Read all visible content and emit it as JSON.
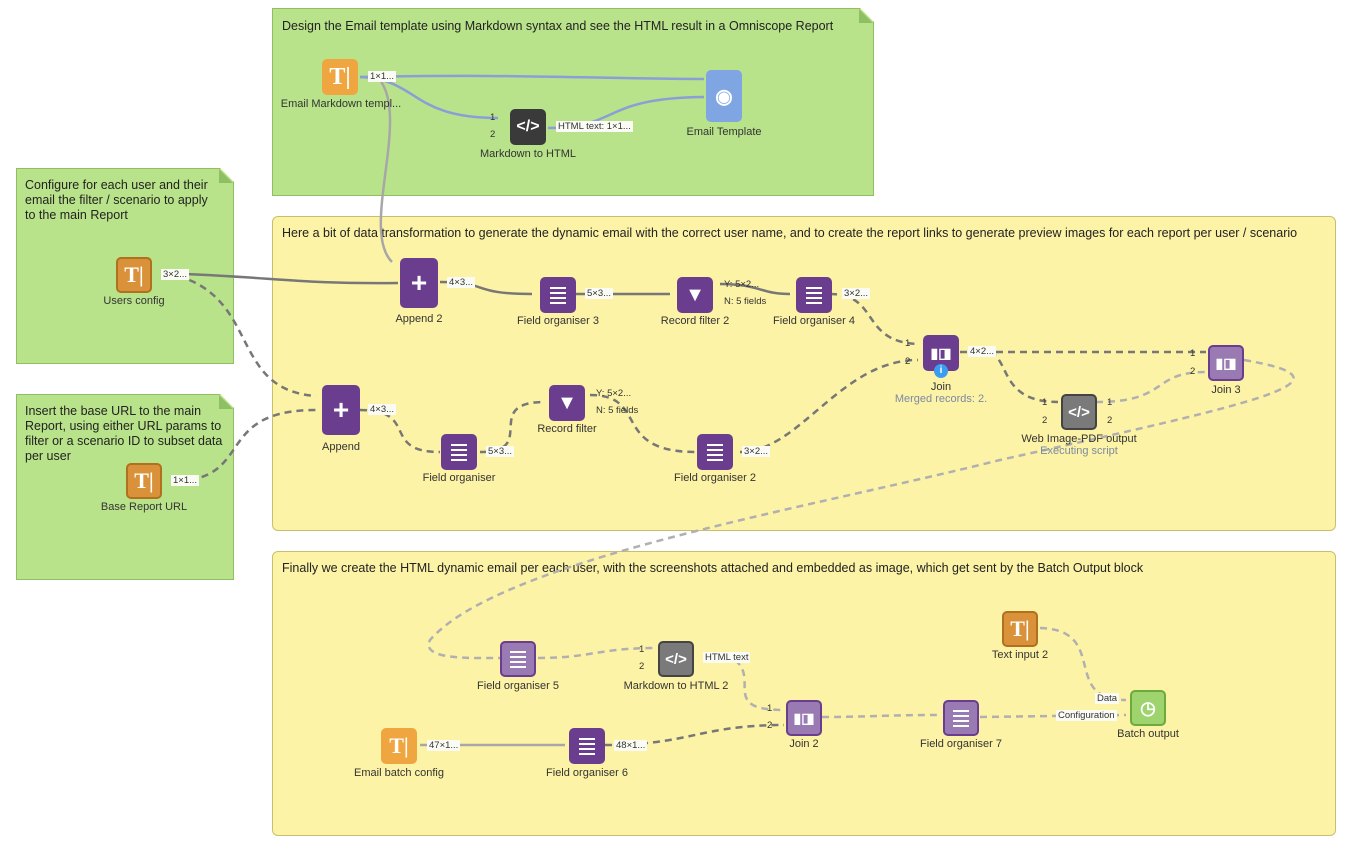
{
  "notes": {
    "email_template": "Design the Email template using Markdown syntax and see the HTML result in a Omniscope Report",
    "users_config": "Configure for each user and their email the filter / scenario to apply to the main Report",
    "base_url": "Insert the base URL to the main Report, using either URL params to filter or a scenario ID to subset data per user",
    "transform": "Here a bit of data transformation to generate the dynamic email with the correct user name, and to create the report links to generate preview images for each report per user / scenario",
    "final": "Finally we create the HTML dynamic email per each user, with the screenshots attached and embedded as image, which get sent by the Batch Output block"
  },
  "nodes": {
    "email_md": {
      "label": "Email Markdown templ...",
      "out": "1×1..."
    },
    "md_to_html": {
      "label": "Markdown to HTML",
      "out": "HTML text: 1×1...",
      "in1": "1",
      "in2": "2"
    },
    "email_template": {
      "label": "Email Template"
    },
    "users_config": {
      "label": "Users config",
      "out": "3×2..."
    },
    "base_url": {
      "label": "Base Report URL",
      "out": "1×1..."
    },
    "append2": {
      "label": "Append 2",
      "out": "4×3..."
    },
    "fo3": {
      "label": "Field organiser 3",
      "out": "5×3..."
    },
    "rf2": {
      "label": "Record filter 2",
      "out_y": "Y: 5×2...",
      "out_n": "N: 5 fields"
    },
    "fo4": {
      "label": "Field organiser 4",
      "out": "3×2..."
    },
    "join": {
      "label": "Join",
      "sub": "Merged records: 2.",
      "out": "4×2...",
      "in1": "1",
      "in2": "2"
    },
    "join3": {
      "label": "Join 3",
      "in1": "1",
      "in2": "2"
    },
    "web": {
      "label": "Web Image-PDF output",
      "sub": "Executing script",
      "in1": "1",
      "in2": "2",
      "out1": "1",
      "out2": "2"
    },
    "append": {
      "label": "Append",
      "out": "4×3..."
    },
    "fo": {
      "label": "Field organiser",
      "out": "5×3..."
    },
    "rf": {
      "label": "Record filter",
      "out_y": "Y: 5×2...",
      "out_n": "N: 5 fields"
    },
    "fo2": {
      "label": "Field organiser 2",
      "out": "3×2..."
    },
    "fo5": {
      "label": "Field organiser 5"
    },
    "md_to_html2": {
      "label": "Markdown to HTML 2",
      "out": "HTML text",
      "in1": "1",
      "in2": "2"
    },
    "text2": {
      "label": "Text input 2"
    },
    "join2": {
      "label": "Join 2",
      "in1": "1",
      "in2": "2"
    },
    "fo7": {
      "label": "Field organiser 7"
    },
    "batch": {
      "label": "Batch output",
      "in_data": "Data",
      "in_config": "Configuration"
    },
    "email_batch": {
      "label": "Email batch config",
      "out": "47×1..."
    },
    "fo6": {
      "label": "Field organiser 6",
      "out": "48×1..."
    }
  },
  "colors": {
    "purple": "#6a3d8f",
    "orange": "#f0a640",
    "green_note": "#b9e38a",
    "yellow_group": "#fdf3a6",
    "blue_view": "#7fa6e3"
  }
}
